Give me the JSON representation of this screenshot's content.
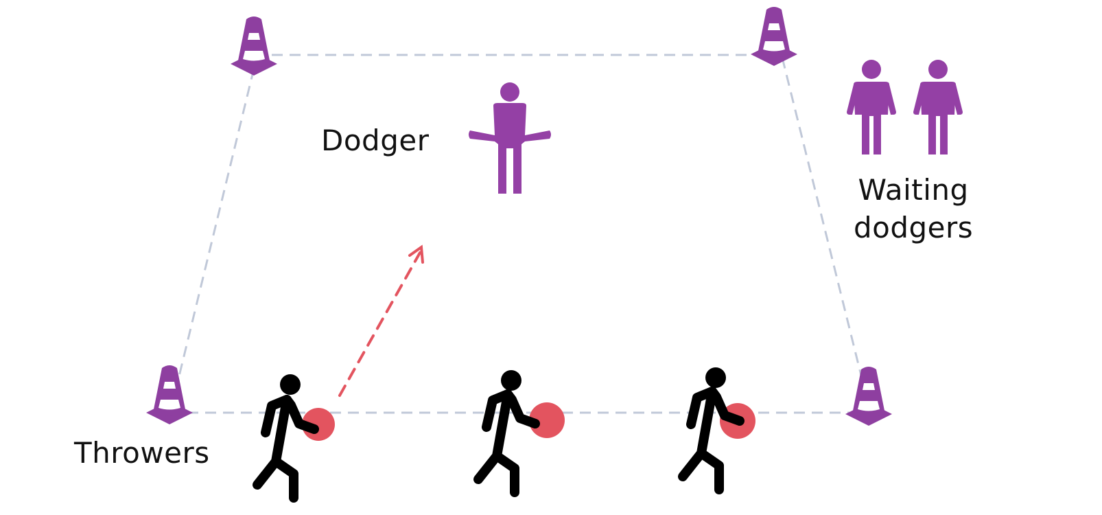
{
  "labels": {
    "dodger": "Dodger",
    "throwers": "Throwers",
    "waiting_line1": "Waiting",
    "waiting_line2": "dodgers"
  },
  "colors": {
    "cone": "#8e3fa0",
    "person_dodger": "#9440a5",
    "thrower": "#000000",
    "ball": "#e3545f",
    "throw_arrow": "#e3545f",
    "boundary": "#c0c8d8"
  },
  "icons": {
    "cone": "traffic-cone-icon",
    "dodger": "standing-person-icon",
    "thrower": "walking-person-icon",
    "ball": "ball-icon"
  }
}
